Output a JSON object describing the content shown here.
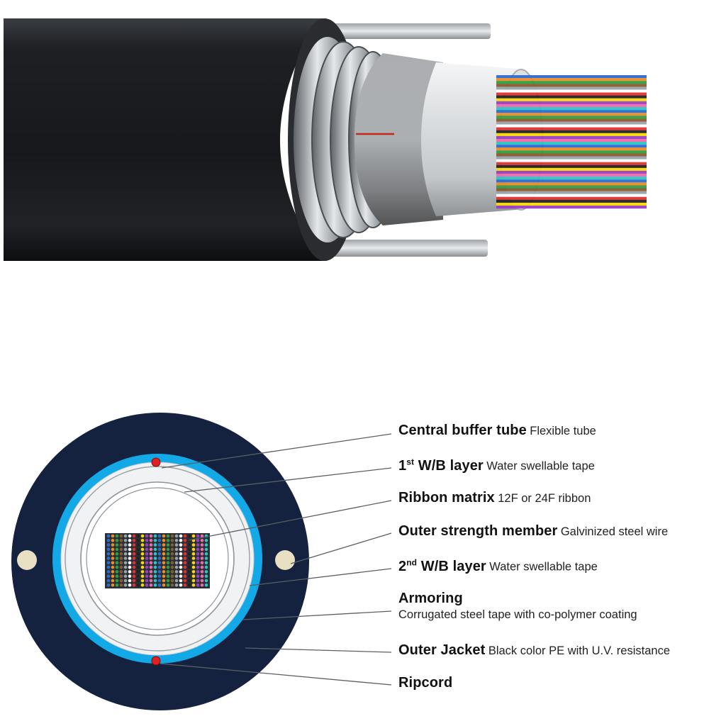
{
  "labels": [
    {
      "id": "central-buffer-tube",
      "name": "Central buffer tube",
      "sup": "",
      "name_rest": "",
      "desc": "Flexible tube"
    },
    {
      "id": "first-wb-layer",
      "name": "1",
      "sup": "st",
      "name_rest": " W/B layer",
      "desc": "Water swellable tape"
    },
    {
      "id": "ribbon-matrix",
      "name": "Ribbon matrix",
      "sup": "",
      "name_rest": "",
      "desc": "12F or 24F ribbon"
    },
    {
      "id": "outer-strength-member",
      "name": "Outer strength member",
      "sup": "",
      "name_rest": "",
      "desc": "Galvinized steel wire"
    },
    {
      "id": "second-wb-layer",
      "name": "2",
      "sup": "nd",
      "name_rest": " W/B layer",
      "desc": "Water swellable tape"
    },
    {
      "id": "armoring",
      "name": "Armoring",
      "sup": "",
      "name_rest": "",
      "desc": "Corrugated steel tape with co-polymer coating"
    },
    {
      "id": "outer-jacket",
      "name": "Outer Jacket",
      "sup": "",
      "name_rest": "",
      "desc": "Black color PE with U.V. resistance"
    },
    {
      "id": "ripcord",
      "name": "Ripcord",
      "sup": "",
      "name_rest": "",
      "desc": ""
    }
  ],
  "colors": {
    "jacket": "#14213f",
    "armor_blue": "#12a9e6",
    "tape": "#f1f2f4",
    "ripcord": "#e0211f",
    "steel_wire": "#e9dfc2",
    "fiber_colors": [
      "#2b6cd4",
      "#f08a24",
      "#2f9e44",
      "#8a5a2b",
      "#9aa3ad",
      "#ffffff",
      "#e03131",
      "#222222",
      "#f5d90a",
      "#9b3fc4",
      "#f06aa8",
      "#2bc4c4"
    ]
  }
}
